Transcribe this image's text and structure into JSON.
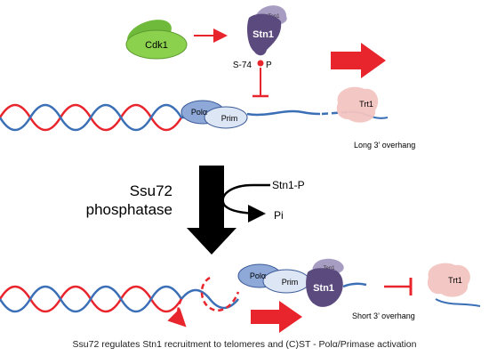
{
  "labels": {
    "cdk1": "Cdk1",
    "stn1_top": "Stn1",
    "ten1_top": "Ten1",
    "s74": "S-74",
    "p_marker": "P",
    "pol_alpha_top": "Polα",
    "prim_top": "Prim",
    "trt1_top": "Trt1",
    "long_overhang": "Long 3’ overhang",
    "ssu72_line1": "Ssu72",
    "ssu72_line2": "phosphatase",
    "stn1_p": "Stn1-P",
    "pi": "Pi",
    "pol_alpha_bottom": "Polα",
    "prim_bottom": "Prim",
    "stn1_bottom": "Stn1",
    "ten1_bottom": "Ten1",
    "trt1_bottom": "Trt1",
    "short_overhang": "Short 3’ overhang",
    "caption": "Ssu72 regulates Stn1 recruitment to telomeres and (C)ST - Polα/Primase activation"
  },
  "colors": {
    "dna_red": "#e8242c",
    "dna_blue": "#3b6fb6",
    "cdk1_green": "#6fba3a",
    "stn1_purple": "#5b4a7e",
    "ten1_lavender": "#a79cc2",
    "pol_blue": "#8ea8d8",
    "prim_blue": "#dde6f4",
    "trt1_pink": "#f2c4c0",
    "arrow_red": "#e8242c",
    "arrow_black": "#000000"
  }
}
